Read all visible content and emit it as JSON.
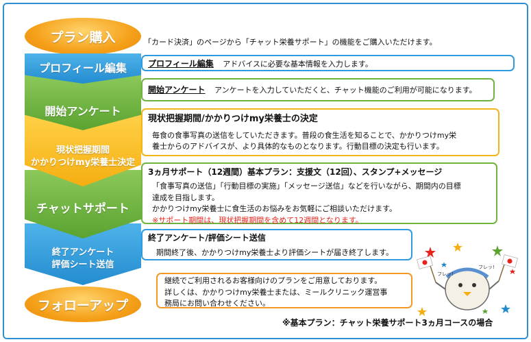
{
  "steps": [
    {
      "label": "プラン購入"
    },
    {
      "label": "プロフィール編集"
    },
    {
      "label": "開始アンケート"
    },
    {
      "label_line1": "現状把握期間",
      "label_line2": "かかりつけmy栄養士決定"
    },
    {
      "label": "チャットサポート"
    },
    {
      "label_line1": "終了アンケート",
      "label_line2": "評価シート送信"
    },
    {
      "label": "フォローアップ"
    }
  ],
  "descriptions": {
    "purchase": "「カード決済」のページから「チャット栄養サポート」の機能をご購入いただけます。",
    "profile": {
      "heading": "プロフィール編集",
      "text": "アドバイスに必要な基本情報を入力します。"
    },
    "start_survey": {
      "heading": "開始アンケート",
      "text": "アンケートを入力していただくと、チャット機能のご利用が可能になります。"
    },
    "assessment": {
      "heading": "現状把握期間/かかりつけmy栄養士の決定",
      "text_line1": "毎食の食事写真の送信をしていただきます。普段の食生活を知ることで、かかりつけmy栄",
      "text_line2": "養士からのアドバイスが、より具体的なものとなります。行動目標の決定も行います。"
    },
    "chat": {
      "heading": "3ヵ月サポート（12週間）基本プラン：支援文（12回）、スタンプ+メッセージ",
      "text_line1": "「食事写真の送信」「行動目標の実施」「メッセージ送信」などを行いながら、期間内の目標",
      "text_line2": "達成を目指します。",
      "text_line3": "かかりつけmy栄養士に食生活のお悩みをお気軽にご相談いただけます。",
      "note": "※サポート期間は、現状把握期間を含めて12週間となります。"
    },
    "end_survey": {
      "heading": "終了アンケート/評価シート送信",
      "text": "期間終了後、かかりつけmy栄養士より評価シートが届き終了します。"
    },
    "followup": {
      "text_line1": "継続でご利用されるお客様向けのプランをご用意しております。",
      "text_line2": "詳しくは、かかりつけmy栄養士または、ミールクリニック運営事",
      "text_line3": "務局にお問い合わせください。"
    }
  },
  "illustration": {
    "bubble_left": "フレッ!",
    "bubble_right": "フレッ!"
  },
  "footnote": "※基本プラン：チャット栄養サポート3ヵ月コースの場合",
  "colors": {
    "orange": "#f5a019",
    "blue": "#238cd0",
    "green": "#5aa331",
    "yellow": "#f6ae12",
    "note_red": "#e8231c",
    "frame": "#2e8fd0"
  }
}
